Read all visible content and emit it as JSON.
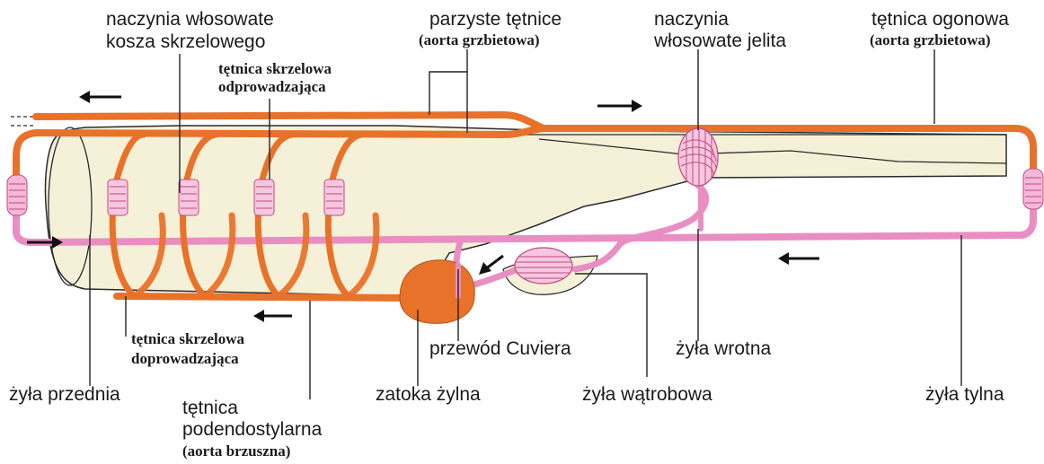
{
  "labels": {
    "gill_capillaries": [
      "naczynia włosowate",
      "kosza skrzelowego"
    ],
    "paired_arteries": "parzyste tętnice",
    "paired_arteries_sub": "(aorta grzbietowa)",
    "gut_capillaries": [
      "naczynia",
      "włosowate jelita"
    ],
    "tail_artery": "tętnica ogonowa",
    "tail_artery_sub": "(aorta grzbietowa)",
    "efferent_gill_artery": [
      "tętnica skrzelowa",
      "odprowadzająca"
    ],
    "afferent_gill_artery": [
      "tętnica skrzelowa",
      "doprowadzająca"
    ],
    "anterior_vein": "żyła przednia",
    "subendostyle_artery": [
      "tętnica",
      "podendostylarna"
    ],
    "subendostyle_artery_sub": "(aorta brzuszna)",
    "cuvier_duct": "przewód Cuviera",
    "sinus_venosus": "zatoka żylna",
    "portal_vein": "żyła wrotna",
    "hepatic_vein": "żyła wątrobowa",
    "posterior_vein": "żyła tylna"
  },
  "colors": {
    "artery": "#e8722a",
    "vein": "#e98ec3",
    "body": "#f5f1d8",
    "outline": "#2a2a2a"
  }
}
